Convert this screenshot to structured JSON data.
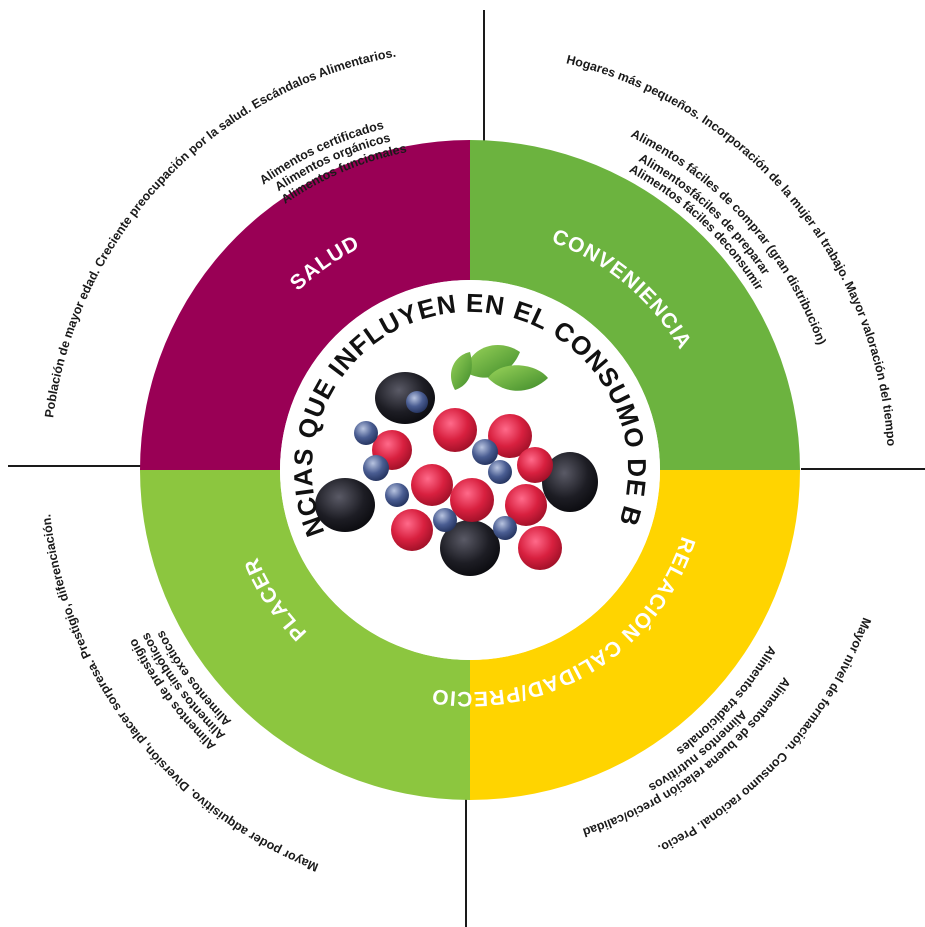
{
  "diagram": {
    "center_title": "TENDENCIAS QUE INFLUYEN EN EL CONSUMO DE BERRIES",
    "center_image": "berries-photo",
    "colors": {
      "salud": "#990055",
      "conveniencia": "#6cb33f",
      "calidad": "#ffd400",
      "placer": "#8cc63f",
      "divider": "#1a1a1a"
    },
    "segments": {
      "salud": {
        "label": "SALUD",
        "driver": "Población de mayor edad. Creciente preocupación por la salud. Escándalos Alimentarios.",
        "products": [
          "Alimentos certificados",
          "Alimentos orgánicos",
          "Alimentos funcionales"
        ]
      },
      "conveniencia": {
        "label": "CONVENIENCIA",
        "driver": "Hogares más pequeños. Incorporación de la mujer al trabajo. Mayor valoración del tiempo",
        "products": [
          "Alimentos fáciles de comprar (gran distribución)",
          "Alimentosfáciles de preparar",
          "Alimentos fáciles deconsumir"
        ]
      },
      "calidad": {
        "label": "RELACIÓN CALIDAD/PRECIO",
        "driver": "Mayor nivel de formación. Consumo racional. Precio.",
        "products": [
          "Alimentos tradicionales",
          "Alimentos nutritivos",
          "Alimentos de buena relación precio/calidad"
        ]
      },
      "placer": {
        "label": "PLACER",
        "driver": "Mayor poder adquisitivo. Diversión, placer sorpresa. Prestigio, diferenciación.",
        "products": [
          "Alimentos exóticos",
          "Alimentos simbólicos",
          "Alimentos de prestigio"
        ]
      }
    }
  }
}
